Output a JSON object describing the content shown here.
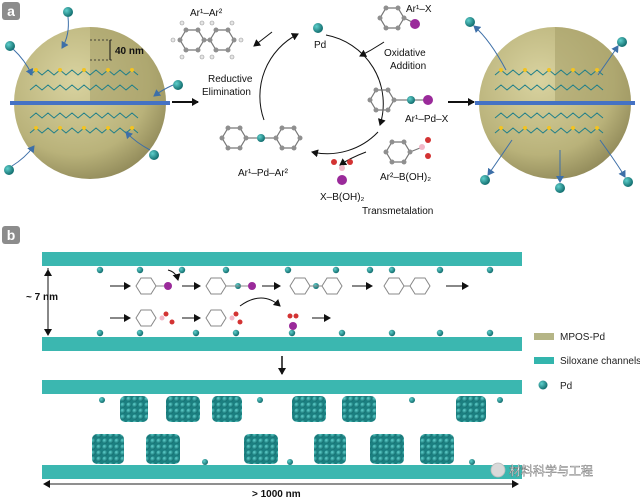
{
  "panel_a": {
    "badge": "a",
    "dimension_label": "40 nm",
    "cycle": {
      "product": "Ar¹–Ar²",
      "catalyst": "Pd",
      "reagent_top": "Ar¹–X",
      "step_oxidative": [
        "Oxidative",
        "Addition"
      ],
      "intermediate_1": "Ar¹–Pd–X",
      "reagent_bottom": "Ar²–B(OH)₂",
      "byproduct": "X–B(OH)₂",
      "step_transmetalation": "Transmetalation",
      "intermediate_2": "Ar¹–Pd–Ar²",
      "step_reductive": [
        "Reductive",
        "Elimination"
      ]
    }
  },
  "panel_b": {
    "badge": "b",
    "channel_height_label": "~ 7 nm",
    "channel_length_label": "> 1000 nm"
  },
  "legend": {
    "items": [
      {
        "label": "MPOS-Pd",
        "swatch": "#b5b586"
      },
      {
        "label": "Siloxane channels",
        "swatch": "#33b5ad"
      },
      {
        "label": "Pd",
        "swatch": "#1d8a8a"
      }
    ]
  },
  "watermark": "材料科学与工程",
  "colors": {
    "sphere": "#b9b27a",
    "channel": "#3bb7b0",
    "pd": "#1d8a8a",
    "halogen": "#9a2a9a",
    "oxygen": "#d33333",
    "carbon": "#8f8f8f",
    "hydrogen": "#e6e6e6",
    "badge": "#8c8c8c",
    "rod": "#4472c4",
    "node": "#f3c320"
  }
}
